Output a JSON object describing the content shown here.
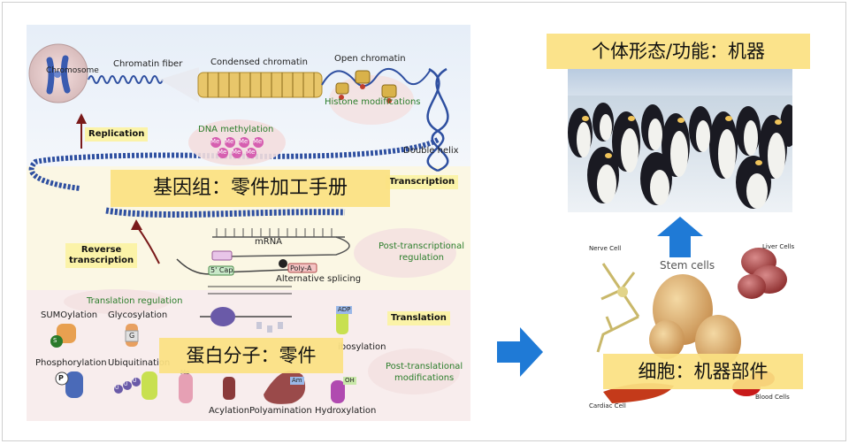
{
  "captions": {
    "genome": "基因组：零件加工手册",
    "protein": "蛋白分子：零件",
    "organism": "个体形态/功能：机器",
    "cell": "细胞：机器部件"
  },
  "diagram_labels": {
    "chromosome": "Chromosome",
    "chromatin_fiber": "Chromatin fiber",
    "condensed_chromatin": "Condensed chromatin",
    "open_chromatin": "Open chromatin",
    "histone_modifications": "Histone modifications",
    "replication": "Replication",
    "dna_methylation": "DNA methylation",
    "double_helix": "Double helix",
    "transcription": "Transcription",
    "mrna": "mRNA",
    "reverse_transcription": "Reverse\ntranscription",
    "post_transcriptional": "Post-transcriptional\nregulation",
    "poly_a": "Poly-A",
    "cap": "5' Cap",
    "alternative_splicing": "Alternative splicing",
    "translation_regulation": "Translation regulation",
    "translation": "Translation",
    "sumoylation": "SUMOylation",
    "glycosylation": "Glycosylation",
    "phosphorylation": "Phosphorylation",
    "ubiquitination": "Ubiquitination",
    "adp_ribosylation": "ibosylation",
    "post_translational": "Post-translational\nmodifications",
    "acylation": "Acylation",
    "polyamination": "Polyamination",
    "hydroxylation": "Hydroxylation",
    "me": "Me",
    "adp": "ADP",
    "am": "Am",
    "oh": "OH",
    "p": "P",
    "g": "G",
    "s": "S",
    "u": "U"
  },
  "cell_labels": {
    "nerve_cell": "Nerve Cell",
    "stem_cells": "Stem cells",
    "liver_cells": "Liver Cells",
    "cardiac_cell": "Cardiac Cell",
    "blood_cells": "Blood Cells"
  },
  "colors": {
    "caption_bg": "#fbe182",
    "arrow_blue": "#1f7ad6",
    "tag_yellow": "#fbf3a8",
    "dna_blue": "#2e4fa0",
    "chromatin_gold": "#d9b24a"
  }
}
